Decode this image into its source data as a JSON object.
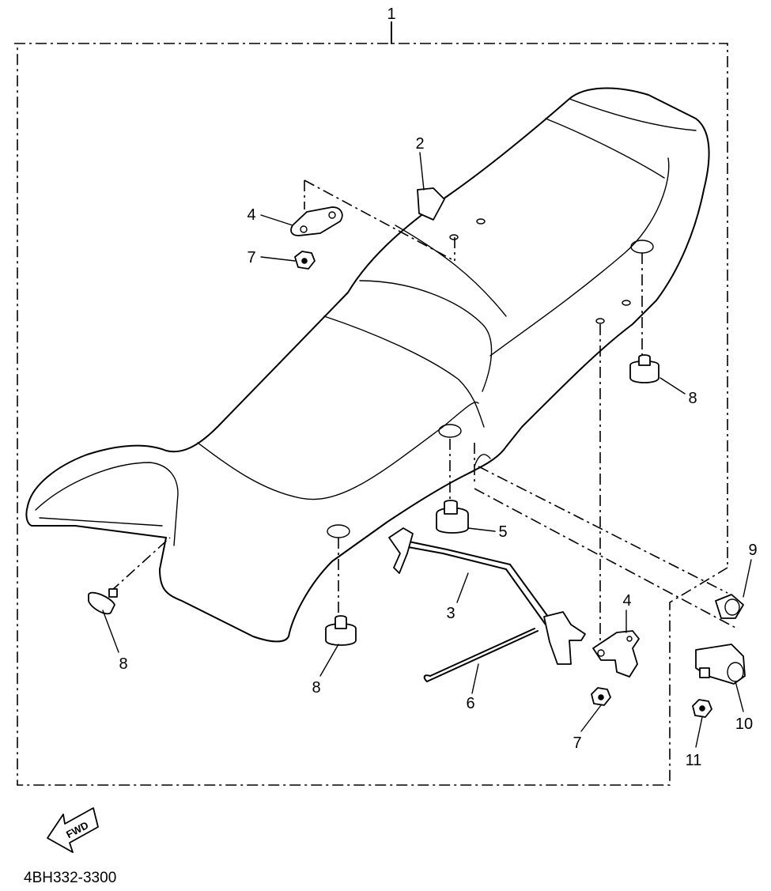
{
  "diagram": {
    "callouts": [
      {
        "id": "c1",
        "label": "1"
      },
      {
        "id": "c2",
        "label": "2"
      },
      {
        "id": "c3",
        "label": "3"
      },
      {
        "id": "c4a",
        "label": "4"
      },
      {
        "id": "c4b",
        "label": "4"
      },
      {
        "id": "c5",
        "label": "5"
      },
      {
        "id": "c6",
        "label": "6"
      },
      {
        "id": "c7a",
        "label": "7"
      },
      {
        "id": "c7b",
        "label": "7"
      },
      {
        "id": "c8a",
        "label": "8"
      },
      {
        "id": "c8b",
        "label": "8"
      },
      {
        "id": "c8c",
        "label": "8"
      },
      {
        "id": "c9",
        "label": "9"
      },
      {
        "id": "c10",
        "label": "10"
      },
      {
        "id": "c11",
        "label": "11"
      }
    ],
    "fwd_label": "FWD",
    "drawing_code": "4BH332-3300"
  }
}
